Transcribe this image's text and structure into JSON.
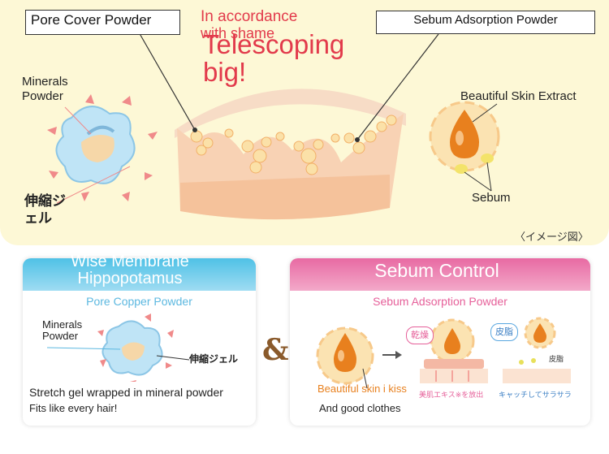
{
  "top": {
    "pore_cover_label": "Pore Cover Powder",
    "sebum_adsorption_label": "Sebum Adsorption Powder",
    "red_line1": "In accordance",
    "red_line2": "with shame",
    "red_big": "Telescoping big!",
    "minerals_powder": "Minerals Powder",
    "stretch_gel_jp": "伸縮ジェル",
    "beautiful_skin_extract": "Beautiful Skin Extract",
    "sebum": "Sebum",
    "image_note": "〈イメージ図〉"
  },
  "left_card": {
    "title": "Wise Membrane Hippopotamus",
    "subtitle": "Pore Copper Powder",
    "minerals_powder": "Minerals Powder",
    "stretch_gel_jp": "伸縮ジェル",
    "caption1": "Stretch gel wrapped in mineral powder",
    "caption2": "Fits like every hair!"
  },
  "ampersand": "&",
  "right_card": {
    "title": "Sebum Control",
    "subtitle": "Sebum Adsorption Powder",
    "dry_badge": "乾燥",
    "sebum_badge": "皮脂",
    "sebum_small": "皮脂",
    "beauty_essence_jp": "美肌エキス※を放出",
    "catch_jp": "キャッチしてサラサラ",
    "caption1": "Beautiful skin i kiss",
    "caption2": "And good clothes"
  },
  "colors": {
    "top_bg": "#fdf8d6",
    "red_accent": "#e23a4b",
    "blue_header": "#4fc1e6",
    "pink_header": "#e86aa3",
    "orange_drop": "#e8801e"
  }
}
